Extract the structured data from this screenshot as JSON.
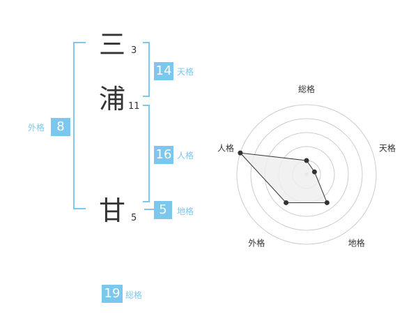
{
  "name": {
    "chars": [
      {
        "char": "三",
        "strokes": "3"
      },
      {
        "char": "浦",
        "strokes": "11"
      },
      {
        "char": "甘",
        "strokes": "5"
      }
    ]
  },
  "kaku": {
    "tenkaku": {
      "label": "天格",
      "value": "14"
    },
    "jinkaku": {
      "label": "人格",
      "value": "16"
    },
    "chikaku": {
      "label": "地格",
      "value": "5"
    },
    "gaikaku": {
      "label": "外格",
      "value": "8"
    },
    "soukaku": {
      "label": "総格",
      "value": "19"
    }
  },
  "colors": {
    "accent": "#7cc7ee",
    "text": "#333333",
    "grid": "#cccccc",
    "fill": "#eeeeee"
  },
  "chart_data": {
    "type": "radar",
    "axes": [
      "総格",
      "天格",
      "地格",
      "外格",
      "人格"
    ],
    "values": [
      1.0,
      0.6,
      2.5,
      2.5,
      5.0
    ],
    "max": 5,
    "rings": 5
  }
}
